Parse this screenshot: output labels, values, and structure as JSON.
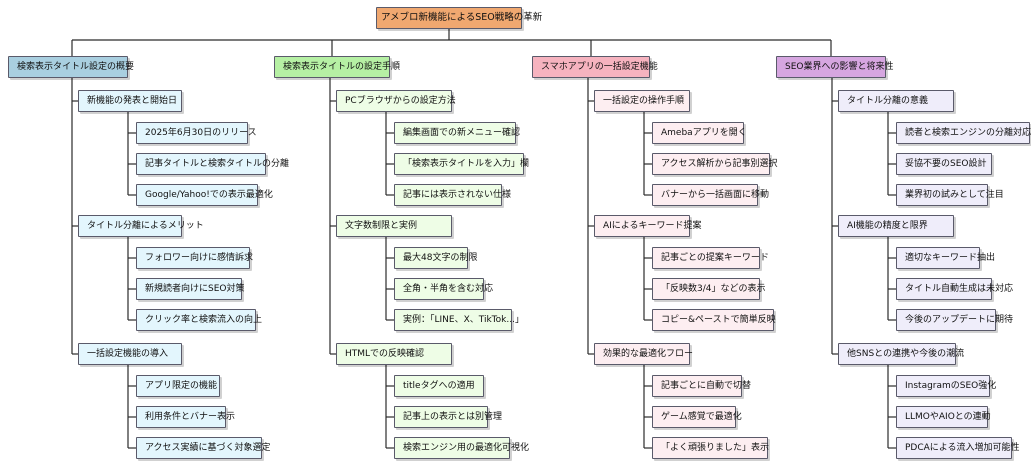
{
  "colors": {
    "root": "#f0a870",
    "line": "#2b2b2b",
    "border": "#5a5a6a",
    "branches": [
      {
        "head": "#a9cfe0",
        "item": "#e3f6fd"
      },
      {
        "head": "#b6f0a4",
        "item": "#eefde6"
      },
      {
        "head": "#f6b3bf",
        "item": "#fdeef1"
      },
      {
        "head": "#d6a6e0",
        "item": "#efedfa"
      }
    ]
  },
  "root": "アメブロ新機能によるSEO戦略の革新",
  "branches": [
    {
      "title": "検索表示タイトル設定の概要",
      "groups": [
        {
          "title": "新機能の発表と開始日",
          "items": [
            "2025年6月30日のリリース",
            "記事タイトルと検索タイトルの分離",
            "Google/Yahoo!での表示最適化"
          ]
        },
        {
          "title": "タイトル分離によるメリット",
          "items": [
            "フォロワー向けに感情訴求",
            "新規読者向けにSEO対策",
            "クリック率と検索流入の向上"
          ]
        },
        {
          "title": "一括設定機能の導入",
          "items": [
            "アプリ限定の機能",
            "利用条件とバナー表示",
            "アクセス実績に基づく対象選定"
          ]
        }
      ]
    },
    {
      "title": "検索表示タイトルの設定手順",
      "groups": [
        {
          "title": "PCブラウザからの設定方法",
          "items": [
            "編集画面での新メニュー確認",
            "「検索表示タイトルを入力」欄",
            "記事には表示されない仕様"
          ]
        },
        {
          "title": "文字数制限と実例",
          "items": [
            "最大48文字の制限",
            "全角・半角を含む対応",
            "実例：「LINE、X、TikTok...」"
          ]
        },
        {
          "title": "HTMLでの反映確認",
          "items": [
            "titleタグへの適用",
            "記事上の表示とは別管理",
            "検索エンジン用の最適化可視化"
          ]
        }
      ]
    },
    {
      "title": "スマホアプリの一括設定機能",
      "groups": [
        {
          "title": "一括設定の操作手順",
          "items": [
            "Amebaアプリを開く",
            "アクセス解析から記事別選択",
            "バナーから一括画面に移動"
          ]
        },
        {
          "title": "AIによるキーワード提案",
          "items": [
            "記事ごとの提案キーワード",
            "「反映数3/4」などの表示",
            "コピー&ペーストで簡単反映"
          ]
        },
        {
          "title": "効果的な最適化フロー",
          "items": [
            "記事ごとに自動で切替",
            "ゲーム感覚で最適化",
            "「よく頑張りました」表示"
          ]
        }
      ]
    },
    {
      "title": "SEO業界への影響と将来性",
      "groups": [
        {
          "title": "タイトル分離の意義",
          "items": [
            "読者と検索エンジンの分離対応",
            "妥協不要のSEO設計",
            "業界初の試みとして注目"
          ]
        },
        {
          "title": "AI機能の精度と限界",
          "items": [
            "適切なキーワード抽出",
            "タイトル自動生成は未対応",
            "今後のアップデートに期待"
          ]
        },
        {
          "title": "他SNSとの連携や今後の潮流",
          "items": [
            "InstagramのSEO強化",
            "LLMOやAIOとの連動",
            "PDCAによる流入増加可能性"
          ]
        }
      ]
    }
  ]
}
